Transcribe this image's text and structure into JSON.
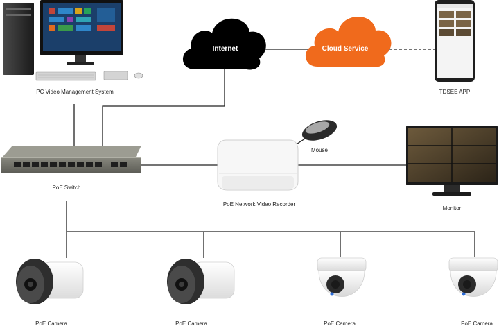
{
  "nodes": {
    "pc": {
      "label": "PC Video Management System"
    },
    "internet": {
      "label": "Internet",
      "color": "#000000"
    },
    "cloud": {
      "label": "Cloud Service",
      "color": "#f06a1c"
    },
    "app": {
      "label": "TDSEE APP"
    },
    "mouse": {
      "label": "Mouse"
    },
    "switch": {
      "label": "PoE Switch"
    },
    "nvr": {
      "label": "PoE Network Video Recorder"
    },
    "monitor": {
      "label": "Monitor"
    },
    "cameras": [
      {
        "label": "PoE Camera",
        "kind": "bullet"
      },
      {
        "label": "PoE Camera",
        "kind": "bullet"
      },
      {
        "label": "PoE Camera",
        "kind": "dome"
      },
      {
        "label": "PoE Camera",
        "kind": "dome"
      }
    ]
  },
  "connections": [
    {
      "from": "pc",
      "to": "switch",
      "style": "solid"
    },
    {
      "from": "internet",
      "to": "switch",
      "style": "solid"
    },
    {
      "from": "internet",
      "to": "cloud",
      "style": "solid"
    },
    {
      "from": "cloud",
      "to": "app",
      "style": "dashed"
    },
    {
      "from": "switch",
      "to": "nvr",
      "style": "solid"
    },
    {
      "from": "nvr",
      "to": "mouse",
      "style": "solid"
    },
    {
      "from": "nvr",
      "to": "monitor",
      "style": "solid"
    },
    {
      "from": "switch",
      "to": "cameras",
      "style": "solid"
    }
  ]
}
